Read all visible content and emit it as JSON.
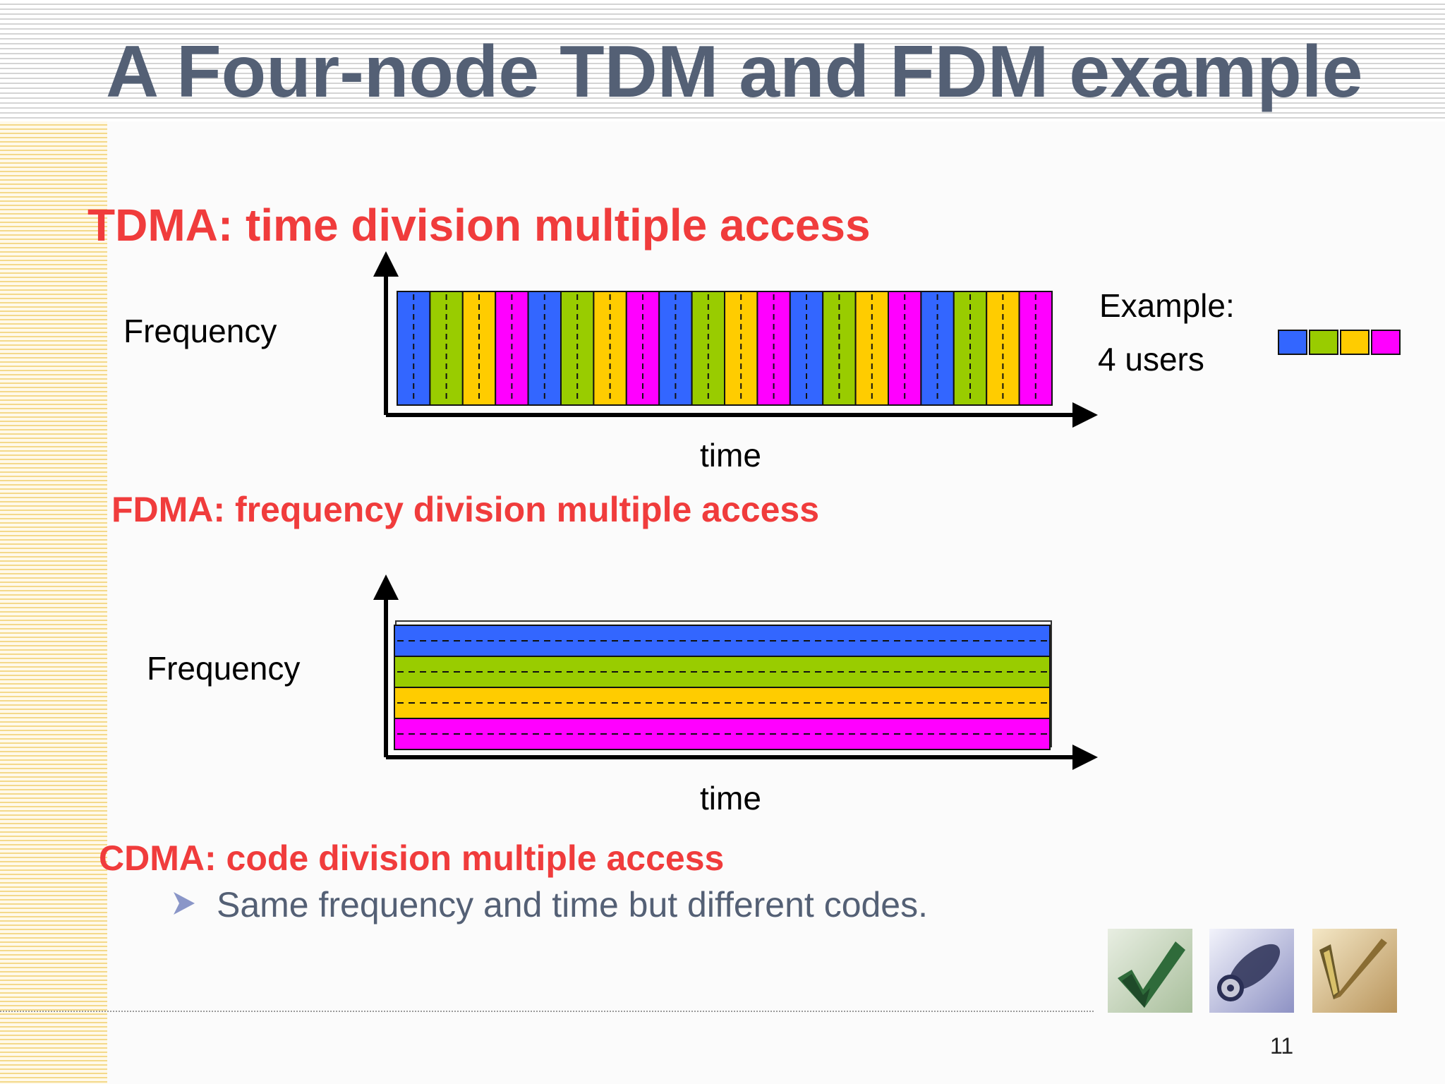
{
  "slide": {
    "title": "A Four-node TDM and FDM example",
    "page_number": "11"
  },
  "tdma": {
    "heading": "TDMA: time division multiple access",
    "y_label": "Frequency",
    "x_label": "time",
    "example_label": "Example:",
    "users_label": "4 users",
    "slot_sequence_repeats": 5
  },
  "fdma": {
    "heading": "FDMA: frequency division multiple access",
    "y_label": "Frequency",
    "x_label": "time"
  },
  "cdma": {
    "heading": "CDMA: code division multiple access",
    "bullet": "Same frequency and time but different codes."
  },
  "colors": {
    "title": "#546075",
    "heading": "#f03c3c",
    "user_1": "#3366ff",
    "user_2": "#99cc00",
    "user_3": "#ffcc00",
    "user_4": "#ff00ff",
    "bullet_arrow": "#8a96c8"
  },
  "icons": [
    "checkmark-thumbnail-icon",
    "disc-thumbnail-icon",
    "pen-check-thumbnail-icon"
  ]
}
